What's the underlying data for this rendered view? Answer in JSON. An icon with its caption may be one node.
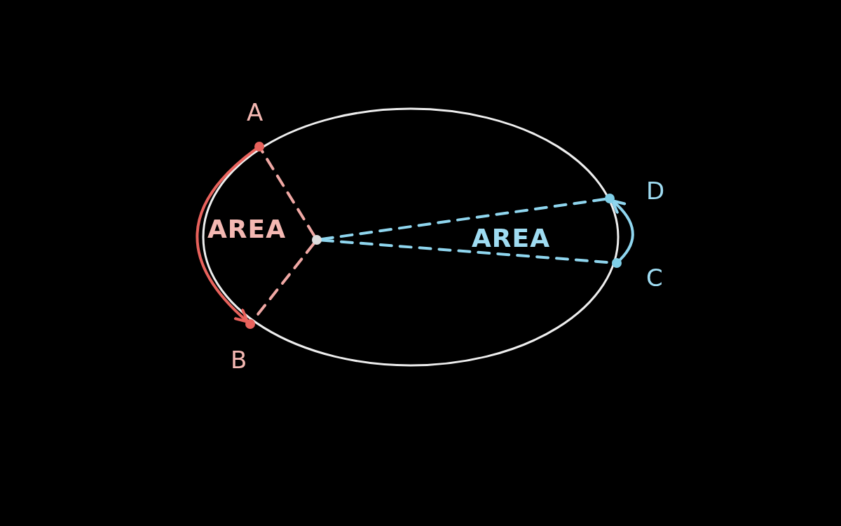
{
  "diagram": {
    "nodes": [
      {
        "text": [],
        "shape": "circle",
        "beside": [
          "A"
        ]
      },
      {
        "text": [],
        "shape": "circle",
        "beside": [
          "B"
        ]
      },
      {
        "text": [],
        "shape": "circle"
      },
      {
        "text": [],
        "shape": "circle",
        "beside": [
          "D"
        ]
      },
      {
        "text": [],
        "shape": "circle",
        "beside": [
          "C"
        ]
      }
    ],
    "edges": [
      {
        "from": 2,
        "to": 0,
        "arrow": "none",
        "style": "dashed",
        "color": "#f0a8a4"
      },
      {
        "from": 2,
        "to": 1,
        "arrow": "none",
        "style": "dashed",
        "color": "#f0a8a4"
      },
      {
        "from": 0,
        "to": 1,
        "arrow": "to",
        "color": "#e8625c"
      },
      {
        "from": 2,
        "to": 3,
        "arrow": "none",
        "style": "dashed",
        "color": "#8fd6ef"
      },
      {
        "from": 2,
        "to": 4,
        "arrow": "none",
        "style": "dashed",
        "color": "#8fd6ef"
      },
      {
        "from": 4,
        "to": 3,
        "arrow": "to",
        "color": "#8fd6ef"
      }
    ],
    "labels": [
      "AREA",
      "AREA"
    ]
  }
}
